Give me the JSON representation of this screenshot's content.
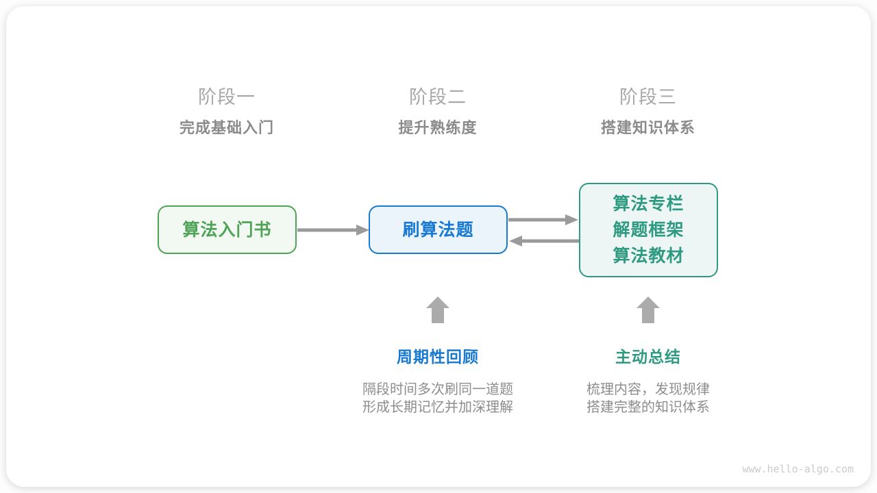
{
  "watermark": "www.hello-algo.com",
  "colors": {
    "stage1_accent": "#4fa357",
    "stage1_bg": "#f2f8f2",
    "stage2_accent": "#1779d2",
    "stage2_bg": "#ebf4fb",
    "stage3_accent": "#2e9a81",
    "stage3_bg": "#edf6f4",
    "flow_arrow": "#9a9a9a",
    "up_arrow": "#ababab",
    "title_gray": "#a8a8a8",
    "subtitle_gray": "#8b8b8b",
    "description_gray": "#8d8d8d",
    "watermark_gray": "#cbcbcb"
  },
  "stages": [
    {
      "title": "阶段一",
      "subtitle": "完成基础入门",
      "box_lines": [
        "算法入门书"
      ]
    },
    {
      "title": "阶段二",
      "subtitle": "提升熟练度",
      "box_lines": [
        "刷算法题"
      ],
      "method": {
        "label": "周期性回顾",
        "description_lines": [
          "隔段时间多次刷同一道题",
          "形成长期记忆并加深理解"
        ]
      }
    },
    {
      "title": "阶段三",
      "subtitle": "搭建知识体系",
      "box_lines": [
        "算法专栏",
        "解题框架",
        "算法教材"
      ],
      "method": {
        "label": "主动总结",
        "description_lines": [
          "梳理内容，发现规律",
          "搭建完整的知识体系"
        ]
      }
    }
  ]
}
